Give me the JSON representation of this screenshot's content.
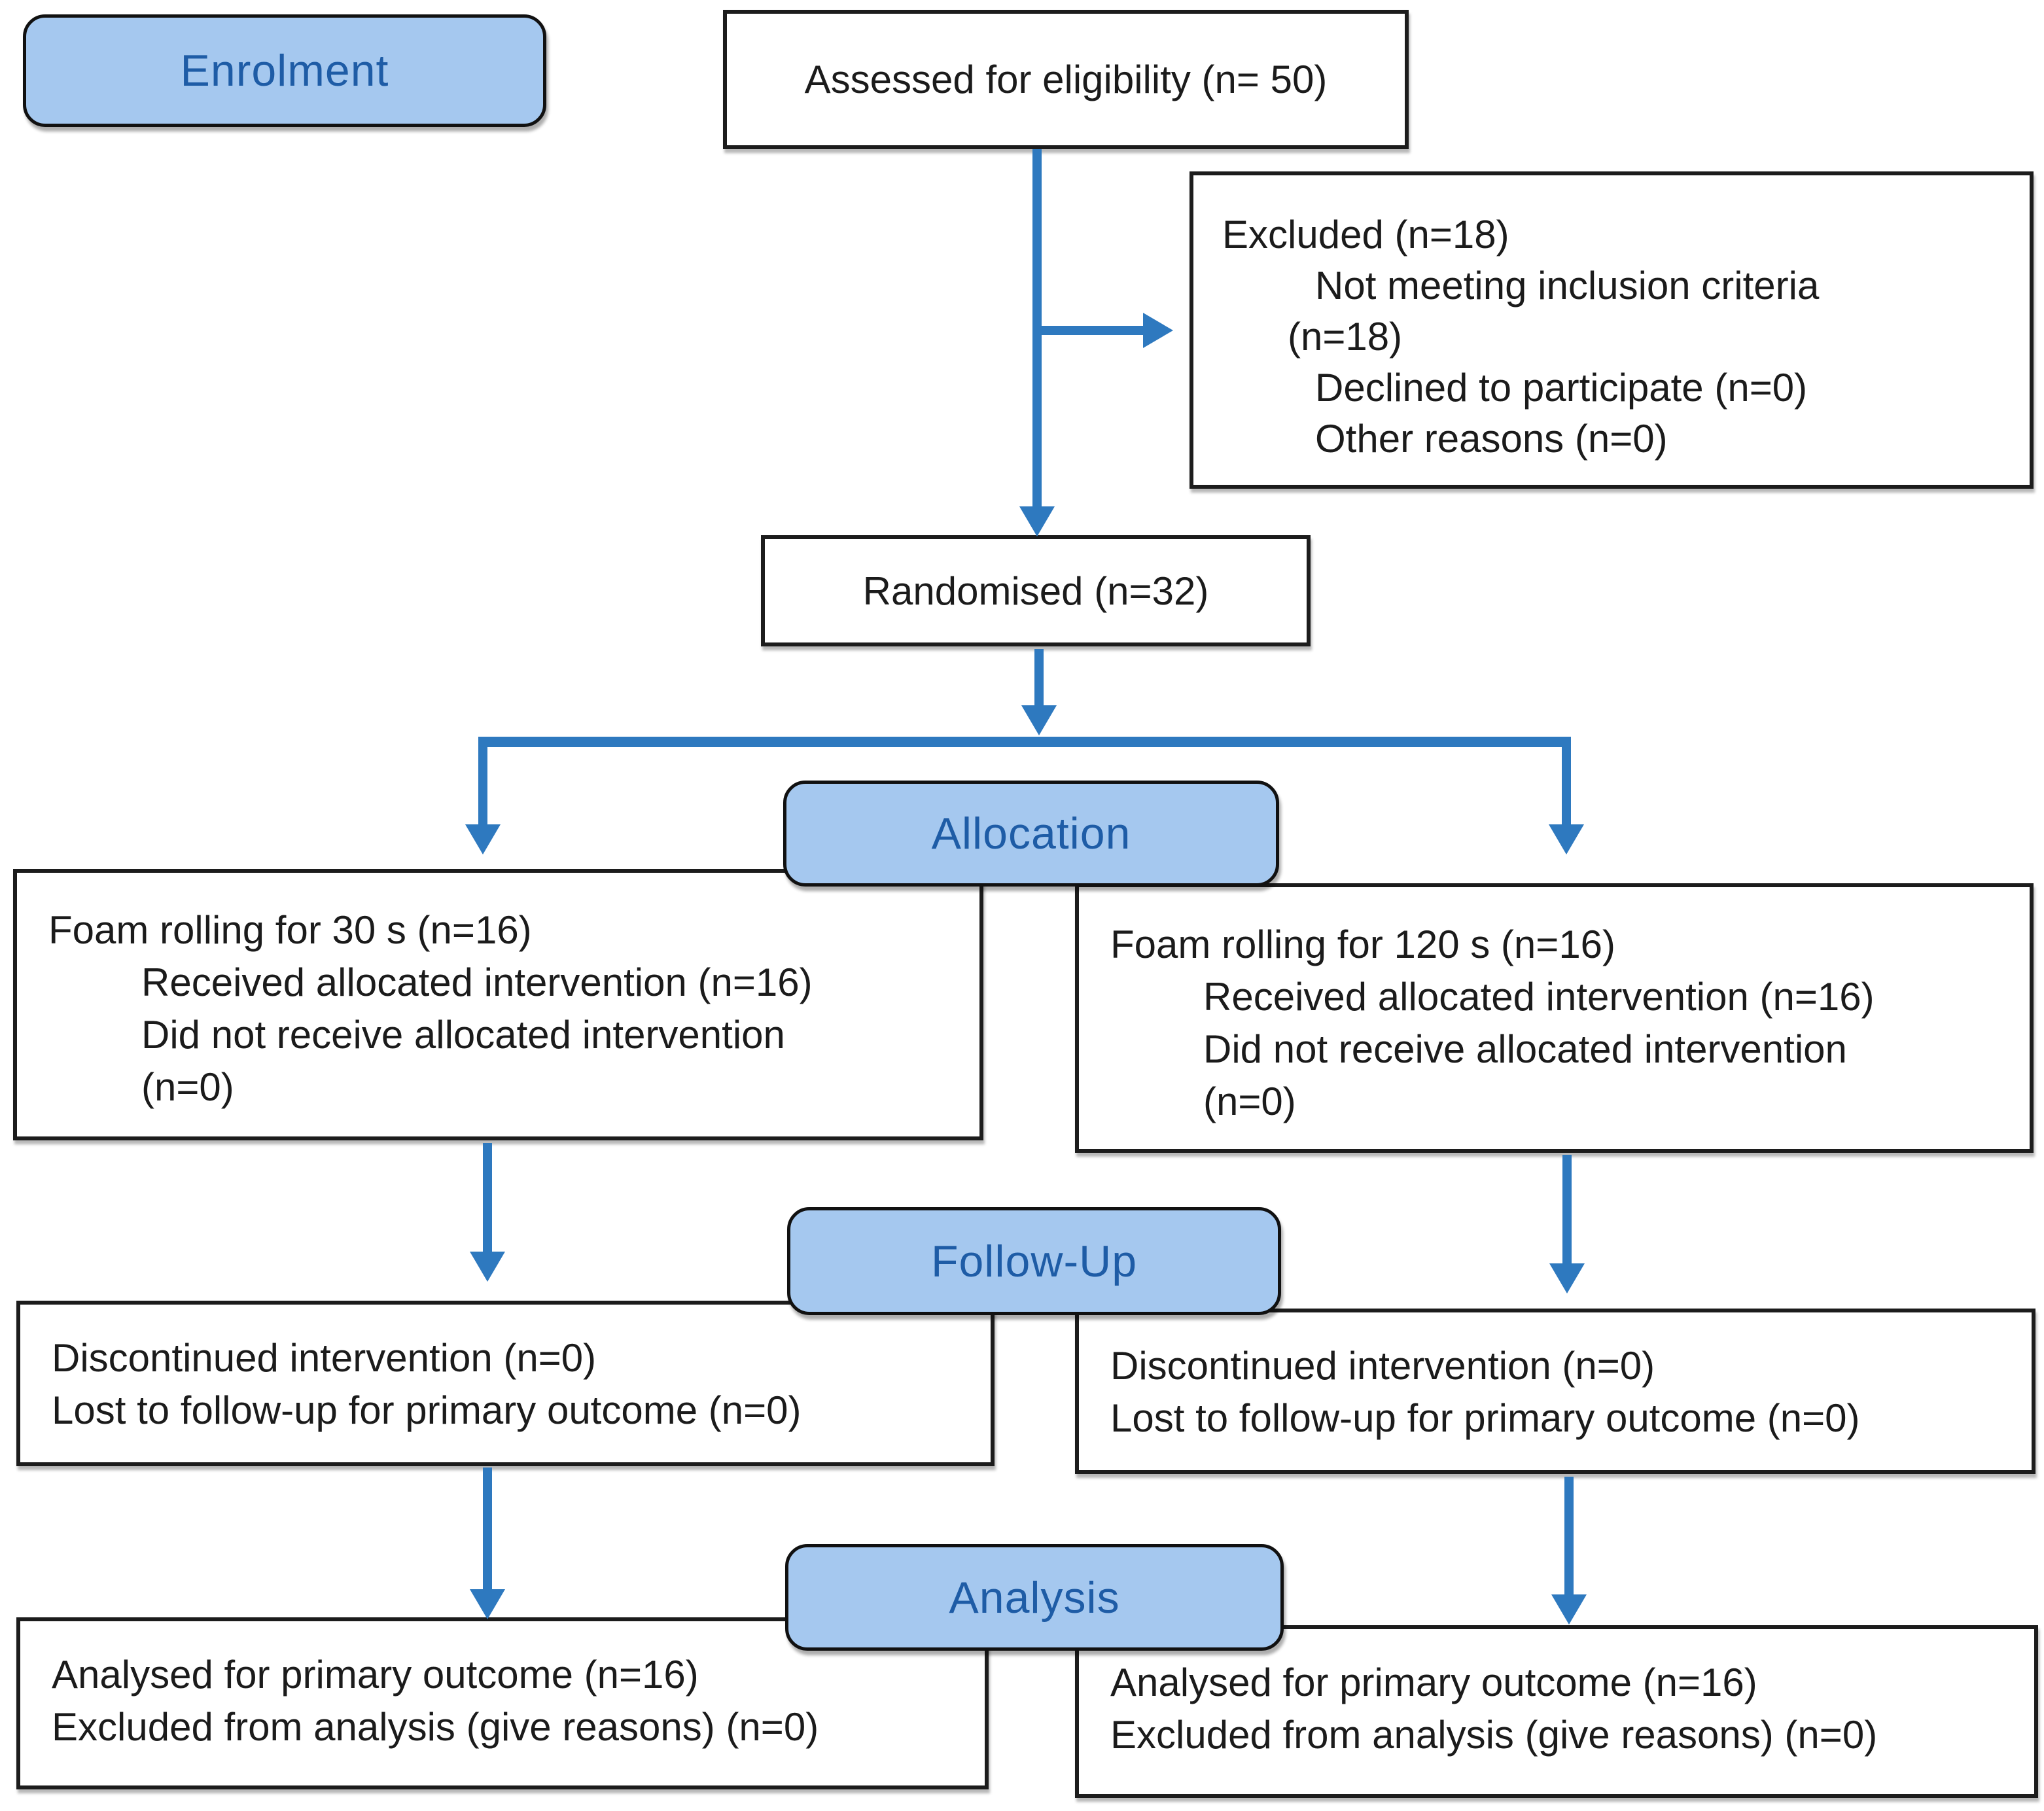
{
  "colors": {
    "stage_fill": "#A5C8EF",
    "stage_text": "#1E5CA6",
    "arrow_blue": "#2E79BF",
    "box_border": "#1C1C1C",
    "body_text": "#1B1B1B"
  },
  "stages": {
    "enrolment": "Enrolment",
    "allocation": "Allocation",
    "followup": "Follow-Up",
    "analysis": "Analysis"
  },
  "boxes": {
    "assessed": "Assessed for eligibility (n= 50)",
    "excluded": [
      "Excluded (n=18)",
      "Not meeting inclusion criteria",
      "(n=18)",
      "Declined to participate (n=0)",
      "Other reasons (n=0)"
    ],
    "randomised": "Randomised (n=32)",
    "allocation_left": [
      "Foam rolling for 30 s (n=16)",
      "Received allocated intervention (n=16)",
      "Did not receive allocated intervention",
      "(n=0)"
    ],
    "allocation_right": [
      "Foam rolling for 120 s (n=16)",
      "Received allocated intervention (n=16)",
      "Did not receive allocated intervention",
      "(n=0)"
    ],
    "followup_left": [
      "Discontinued intervention (n=0)",
      "Lost to follow-up for primary outcome (n=0)"
    ],
    "followup_right": [
      "Discontinued intervention (n=0)",
      "Lost to follow-up for primary outcome (n=0)"
    ],
    "analysis_left": [
      "Analysed for primary outcome (n=16)",
      "Excluded from analysis (give reasons) (n=0)"
    ],
    "analysis_right": [
      "Analysed for primary outcome (n=16)",
      "Excluded from analysis (give reasons) (n=0)"
    ]
  }
}
